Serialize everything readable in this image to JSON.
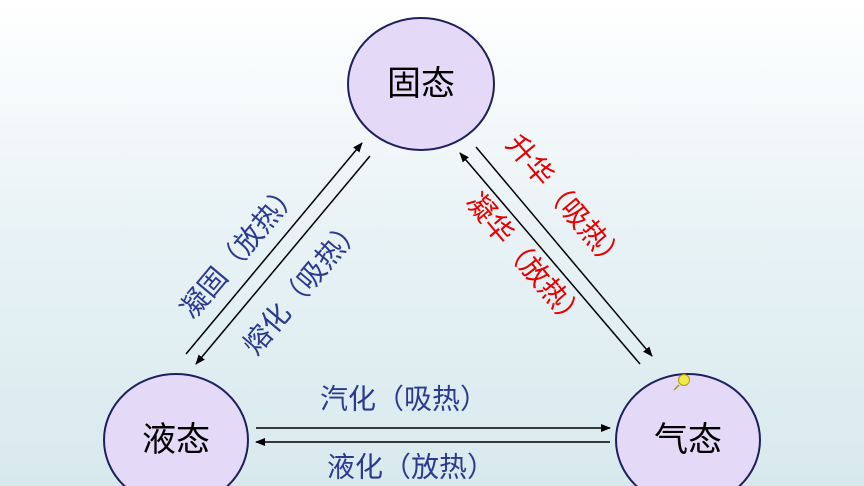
{
  "states": {
    "solid": "固态",
    "liquid": "液态",
    "gas": "气态"
  },
  "processes": {
    "solidification": "凝固（放热）",
    "melting": "熔化（吸热）",
    "sublimation": "升华（吸热）",
    "deposition": "凝华（放热）",
    "vaporization": "汽化（吸热）",
    "liquefaction": "液化（放热）"
  },
  "colors": {
    "node_fill": "#e4d9f7",
    "node_stroke": "#1f1f5c",
    "blue_label": "#2b3a8f",
    "red_label": "#e60000",
    "arrow": "#000000",
    "cursor": "#f2e84a"
  }
}
